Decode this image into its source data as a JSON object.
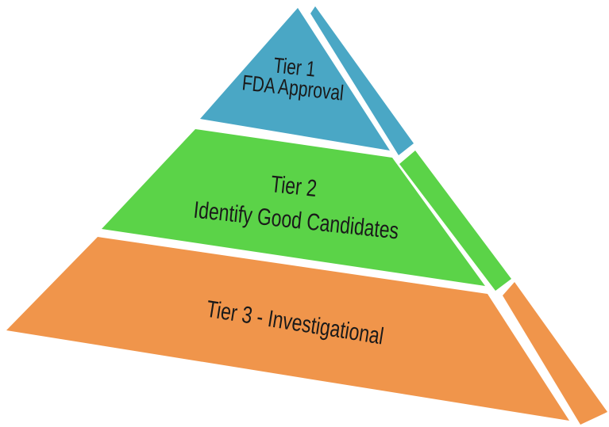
{
  "diagram": {
    "type": "pyramid",
    "background_color": "#ffffff",
    "text_color": "#1a1a1a",
    "tiers": [
      {
        "id": "tier-1",
        "color": "#4AA7C5",
        "lines": [
          "Tier 1",
          "FDA Approval"
        ]
      },
      {
        "id": "tier-2",
        "color": "#5BD348",
        "lines": [
          "Tier 2",
          "Identify Good Candidates"
        ]
      },
      {
        "id": "tier-3",
        "color": "#F0954B",
        "lines": [
          "Tier 3 - Investigational"
        ]
      }
    ]
  }
}
